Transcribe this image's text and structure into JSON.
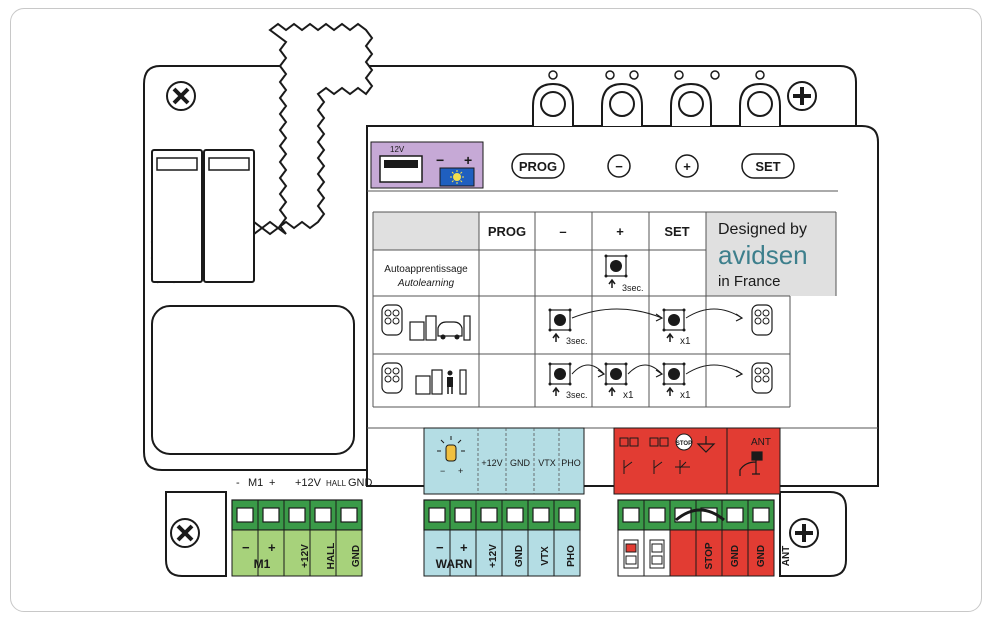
{
  "header": {
    "battery_voltage": "12V",
    "solar_polarity_minus": "−",
    "solar_polarity_plus": "+",
    "prog_label": "PROG",
    "minus_label": "−",
    "plus_label": "+",
    "set_label": "SET"
  },
  "table": {
    "columns": [
      "PROG",
      "–",
      "+",
      "SET"
    ],
    "row_autolearning_fr": "Autoapprentissage",
    "row_autolearning_en": "Autolearning",
    "press_3sec": "3sec.",
    "press_x1": "x1"
  },
  "brand": {
    "designed_by": "Designed by",
    "name": "avidsen",
    "made_in": "in France",
    "color": "#3d7f8c"
  },
  "motor_top_labels": {
    "minus": "-",
    "m1": "M1",
    "plus": "+",
    "v12": "+12V",
    "hall": "HALL",
    "gnd": "GND"
  },
  "motor_terminal": {
    "minus": "−",
    "plus": "+",
    "m1": "M1",
    "v12": "+12V",
    "hall": "HALL",
    "gnd": "GND",
    "color": "#a7d27b"
  },
  "accessory_header": {
    "v12": "+12V",
    "gnd": "GND",
    "vtx": "VTX",
    "pho": "PHO",
    "color": "#b4dde4"
  },
  "accessory_terminal": {
    "minus": "−",
    "plus": "+",
    "warn": "WARN",
    "v12": "+12V",
    "gnd": "GND",
    "vtx": "VTX",
    "pho": "PHO",
    "color": "#b4dde4"
  },
  "safety_header": {
    "stop": "STOP",
    "ant": "ANT",
    "color": "#e23c33"
  },
  "safety_terminal": {
    "stop": "STOP",
    "gnd1": "GND",
    "gnd2": "GND",
    "ant": "ANT",
    "color": "#e23c33"
  }
}
